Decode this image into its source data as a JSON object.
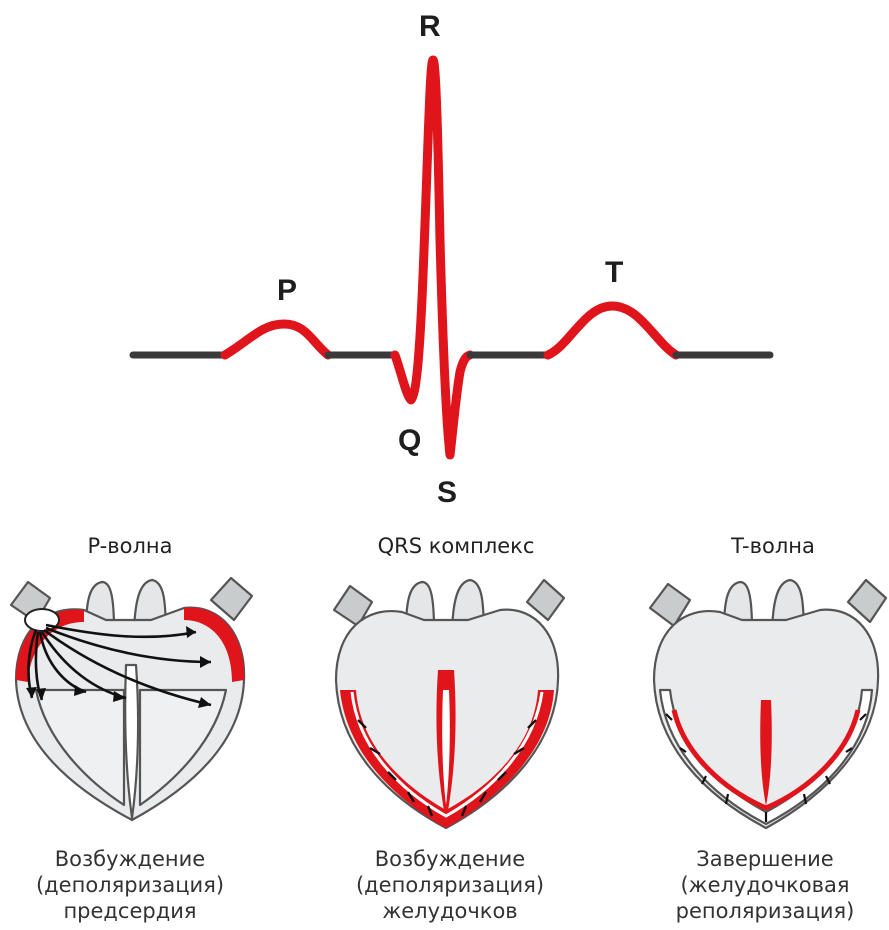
{
  "ecg": {
    "labels": {
      "p": "P",
      "q": "Q",
      "r": "R",
      "s": "S",
      "t": "T"
    },
    "colors": {
      "baseline": "#3a3a3a",
      "active": "#e0141b"
    }
  },
  "panels": [
    {
      "title": "P-волна",
      "caption": [
        "Возбуждение",
        "(деполяризация)",
        "предсердия"
      ]
    },
    {
      "title": "QRS комплекс",
      "caption": [
        "Возбуждение",
        "(деполяризация)",
        "желудочков"
      ]
    },
    {
      "title": "T-волна",
      "caption": [
        "Завершение",
        "(желудочковая",
        "реполяризация)"
      ]
    }
  ],
  "colors": {
    "red": "#e0141b",
    "heart_fill": "#e9ebec",
    "heart_stroke": "#555555",
    "vessel_fill": "#c9cccd"
  }
}
